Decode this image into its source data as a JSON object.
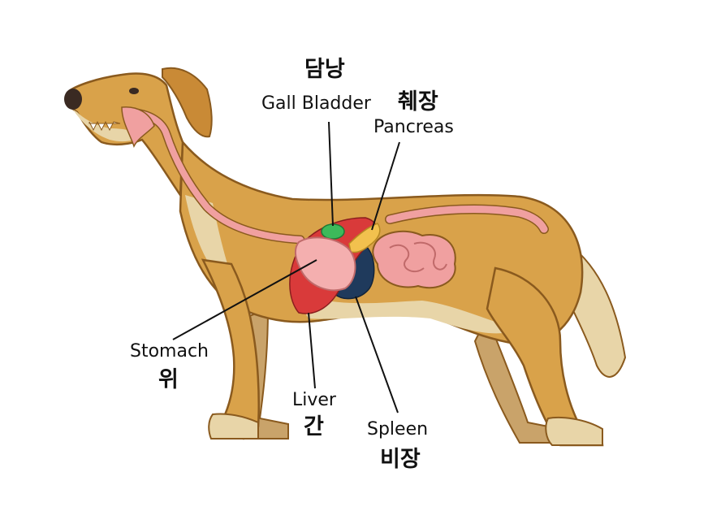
{
  "labels": {
    "gall_bladder": {
      "ko": "담낭",
      "en": "Gall Bladder"
    },
    "pancreas": {
      "ko": "췌장",
      "en": "Pancreas"
    },
    "stomach": {
      "en": "Stomach",
      "ko": "위"
    },
    "liver": {
      "en": "Liver",
      "ko": "간"
    },
    "spleen": {
      "en": "Spleen",
      "ko": "비장"
    }
  },
  "colors": {
    "fur": "#D9A24A",
    "fur_light": "#E8D5A8",
    "outline": "#8A5A1E",
    "digestive_tract": "#F0A0A0",
    "liver": "#D93A3A",
    "spleen": "#1F3A5C",
    "gall_bladder": "#3DBA5A",
    "pancreas": "#F2C14E"
  }
}
